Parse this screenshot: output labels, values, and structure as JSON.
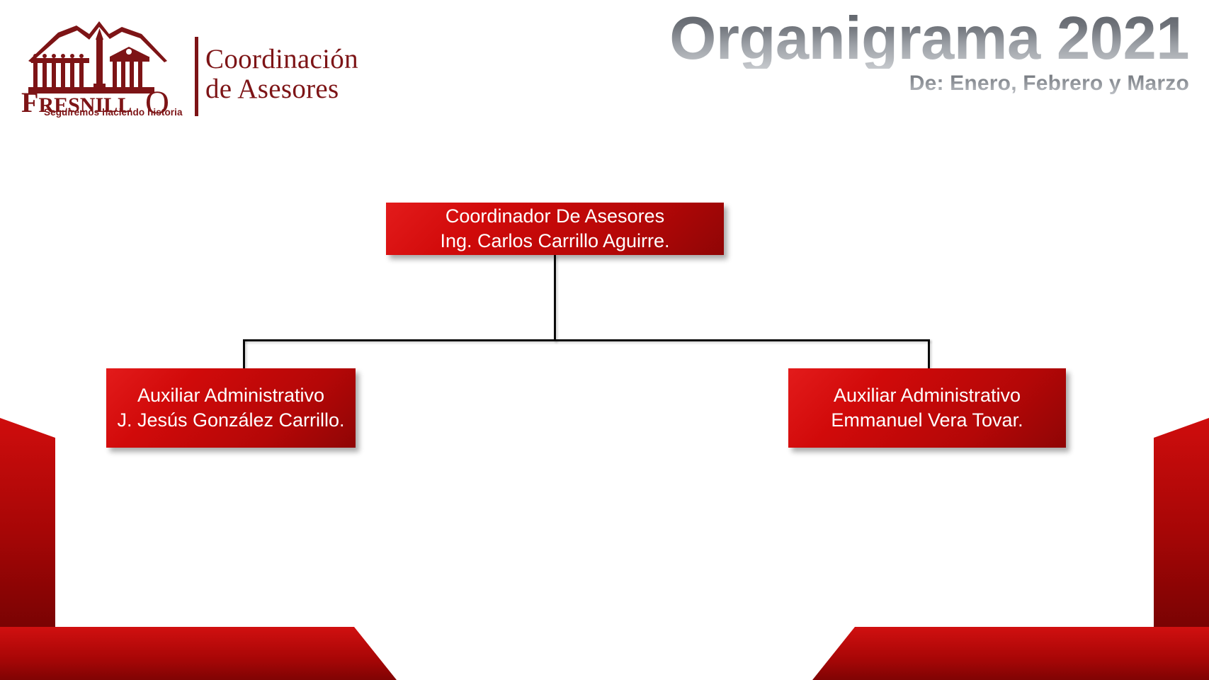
{
  "header": {
    "logo": {
      "wordmark": "FRESNILLO",
      "tagline": "Seguiremos haciendo historia",
      "department_line1": "Coordinación",
      "department_line2": "de Asesores",
      "brand_color": "#7d1416"
    },
    "title": "Organigrama 2021",
    "subtitle": "De: Enero, Febrero y Marzo",
    "title_color_top": "#5b5f66",
    "title_color_bottom": "#c6c9cd"
  },
  "chart_data": {
    "type": "diagram",
    "title": "Organigrama 2021",
    "subtitle": "De: Enero, Febrero y Marzo",
    "nodes": [
      {
        "id": "root",
        "role": "Coordinador De Asesores",
        "name": "Ing. Carlos Carrillo Aguirre.",
        "level": 0,
        "parent": null
      },
      {
        "id": "aux-left",
        "role": "Auxiliar Administrativo",
        "name": "J. Jesús González Carrillo.",
        "level": 1,
        "parent": "root"
      },
      {
        "id": "aux-right",
        "role": "Auxiliar Administrativo",
        "name": "Emmanuel Vera Tovar.",
        "level": 1,
        "parent": "root"
      }
    ],
    "edges": [
      {
        "from": "root",
        "to": "aux-left"
      },
      {
        "from": "root",
        "to": "aux-right"
      }
    ],
    "node_fill_color": "#c40808",
    "node_text_color": "#ffffff",
    "connector_color": "#0a0a0a"
  },
  "decoration": {
    "accent_color": "#a10505",
    "accent_color_light": "#d41111"
  }
}
